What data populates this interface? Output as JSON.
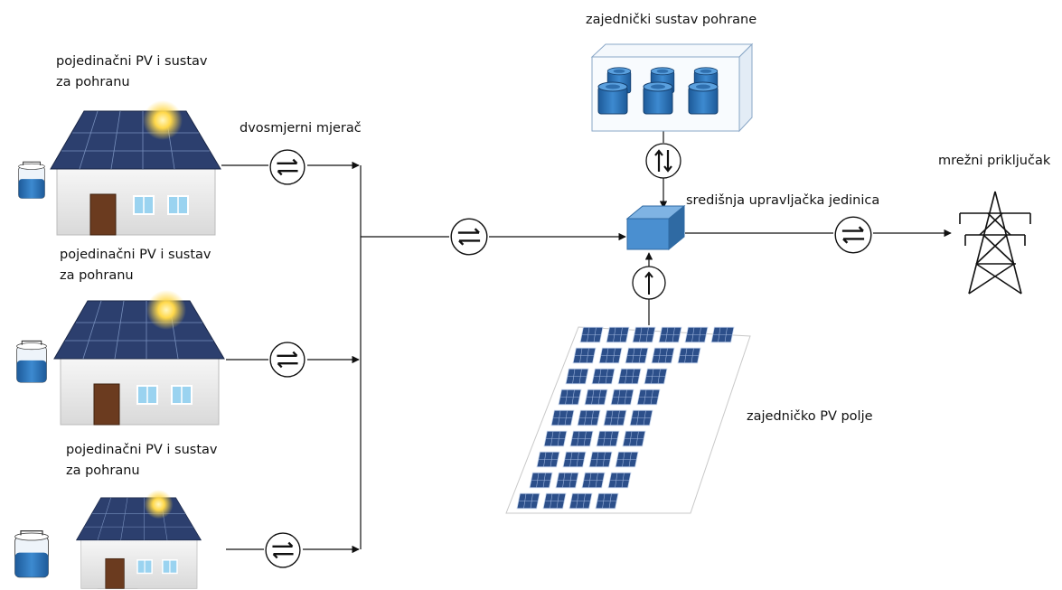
{
  "labels": {
    "house_1": [
      "pojedinačni PV i sustav",
      "za pohranu"
    ],
    "house_2": [
      "pojedinačni PV i sustav",
      "za pohranu"
    ],
    "house_3": [
      "pojedinačni PV i sustav",
      "za pohranu"
    ],
    "bidirectional_meter": "dvosmjerni mjerač",
    "shared_storage": "zajednički sustav pohrane",
    "central_control_unit": "središnja upravljačka jedinica",
    "grid_connection": "mrežni priključak",
    "shared_pv_field": "zajedničko PV polje"
  },
  "colors": {
    "line": "#111111",
    "control_unit": "#4a8fd0",
    "storage_blue": "#2f6fae",
    "panel_blue": "#2c4f8a",
    "roof": "#2c3f6e"
  }
}
